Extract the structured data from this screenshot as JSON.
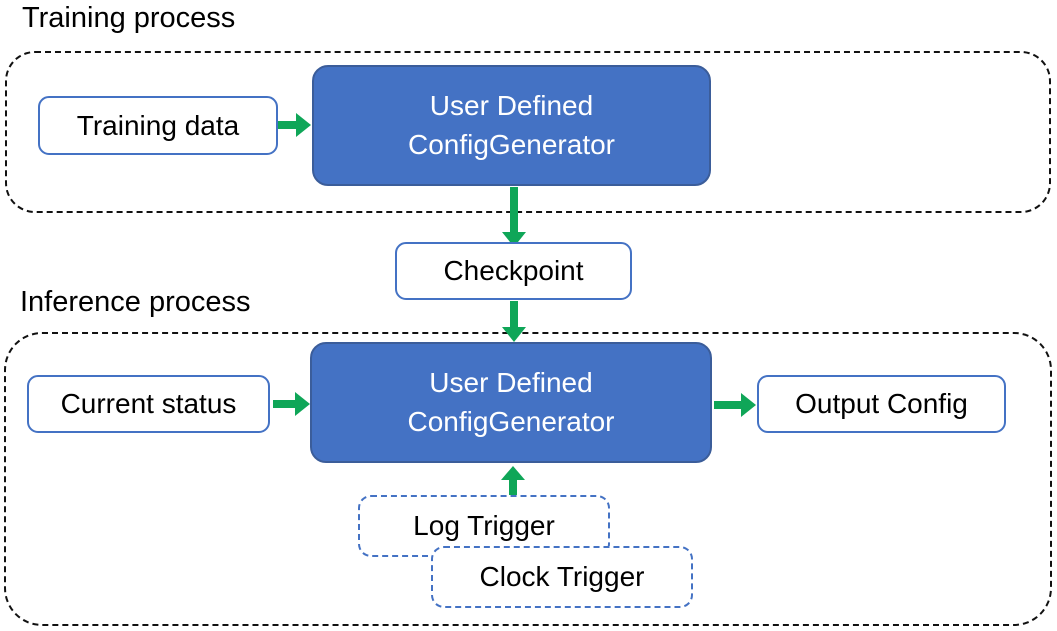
{
  "diagram": {
    "training": {
      "label": "Training process",
      "input": "Training data",
      "generator": {
        "line1": "User Defined",
        "line2": "ConfigGenerator"
      }
    },
    "checkpoint": "Checkpoint",
    "inference": {
      "label": "Inference process",
      "input": "Current status",
      "generator": {
        "line1": "User Defined",
        "line2": "ConfigGenerator"
      },
      "output": "Output Config",
      "log_trigger": "Log Trigger",
      "clock_trigger": "Clock Trigger"
    }
  },
  "colors": {
    "node_fill_blue": "#4472C4",
    "node_border_dark_blue": "#3B5D9A",
    "outline_blue": "#4472C4",
    "arrow_green": "#0FA658",
    "container_dash_black": "#111111",
    "text_black": "#000000",
    "text_white": "#ffffff",
    "background": "#ffffff"
  }
}
